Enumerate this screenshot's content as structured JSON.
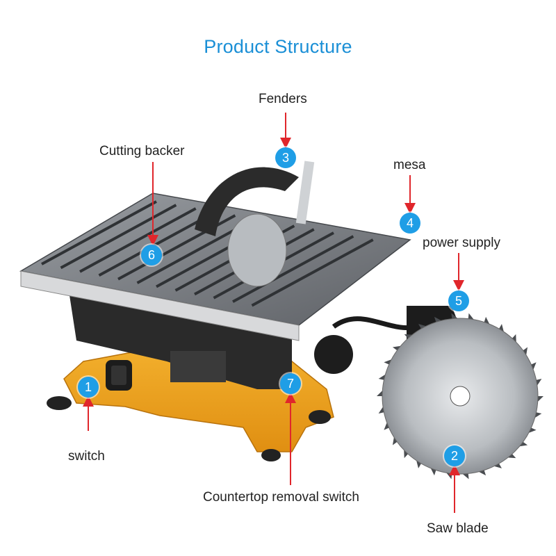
{
  "title": "Product Structure",
  "colors": {
    "title": "#1a8fd6",
    "marker": "#1f9ee6",
    "arrow": "#e0262b",
    "machine_body": "#f2a51f",
    "table": "#7c7f84"
  },
  "callouts": [
    {
      "number": "1",
      "label": "switch"
    },
    {
      "number": "2",
      "label": "Saw blade"
    },
    {
      "number": "3",
      "label": "Fenders"
    },
    {
      "number": "4",
      "label": "mesa"
    },
    {
      "number": "5",
      "label": "power supply"
    },
    {
      "number": "6",
      "label": "Cutting backer"
    },
    {
      "number": "7",
      "label": "Countertop removal switch"
    }
  ]
}
